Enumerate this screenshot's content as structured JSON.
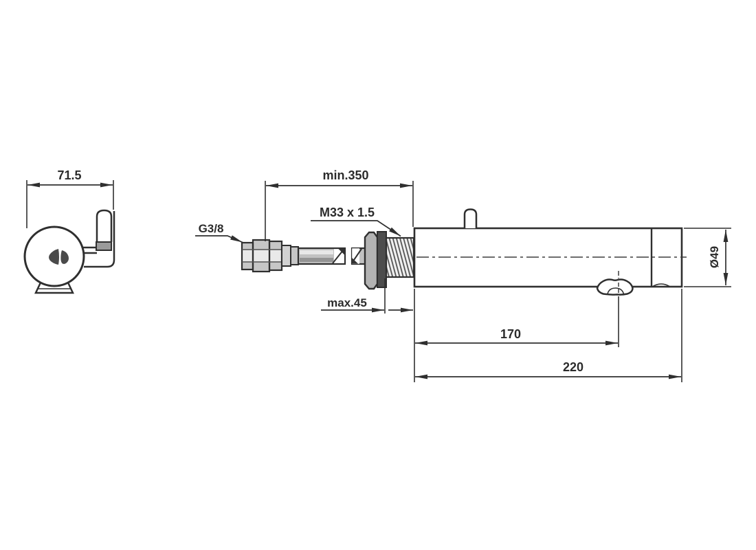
{
  "drawing": {
    "type": "technical dimension drawing, faucet valve with hose and mounting thread, front view and side view",
    "palette": {
      "line": "#2f2f2f",
      "gray_fill": "#9b9b9b",
      "light_gray": "#c6c6c6",
      "background": "#ffffff",
      "text": "#2b2b2b"
    },
    "labels": {
      "front_width": "71.5",
      "hose_min_length": "min.350",
      "mount_thread": "M33 x 1.5",
      "inlet_thread": "G3/8",
      "mount_max_thickness": "max.45",
      "knob_position": "170",
      "body_length": "220",
      "body_diameter": "Ø49"
    }
  }
}
